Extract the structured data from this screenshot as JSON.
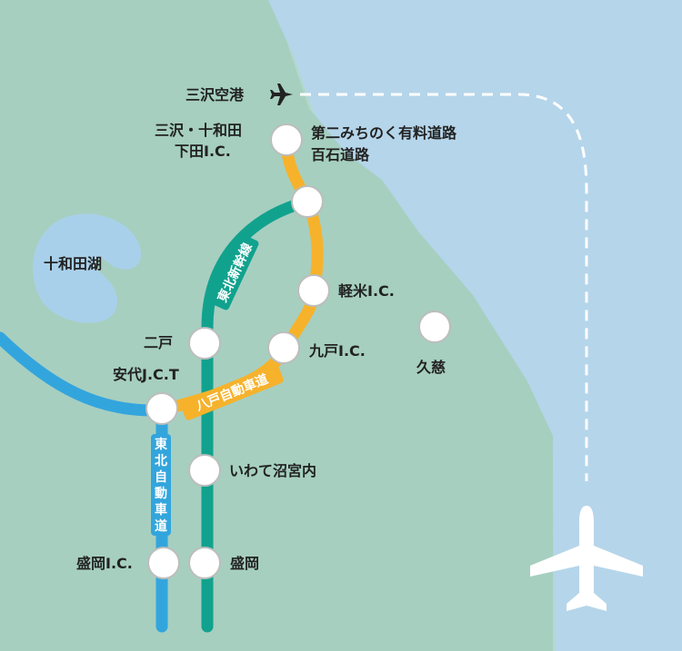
{
  "colors": {
    "land": "#b3d8c9",
    "land_dark": "#8ebfb0",
    "sea": "#b5d5ea",
    "lake": "#a9d0ea",
    "shinkansen": "#11a28e",
    "tohoku_expressway": "#33a5dd",
    "hachinohe_expressway": "#f6b22b",
    "station_fill": "#ffffff",
    "station_stroke": "#bdbdbd",
    "flight_path": "#ffffff"
  },
  "labels": {
    "misawa_airport": "三沢空港",
    "misawa_towada_1": "三沢・十和田",
    "misawa_towada_2": "下田I.C.",
    "michinoku_1": "第二みちのく有料道路",
    "michinoku_2": "百石道路",
    "towada_lake": "十和田湖",
    "karumai": "軽米I.C.",
    "ninohe": "二戸",
    "kunohe": "九戸I.C.",
    "kuji": "久慈",
    "ashiro_jct": "安代J.C.T",
    "iwate_numakunai": "いわて沼宮内",
    "morioka_ic": "盛岡I.C.",
    "morioka": "盛岡"
  },
  "lines": {
    "shinkansen": "東北新幹線",
    "tohoku_expressway": "東北自動車道",
    "hachinohe_expressway": "八戸自動車道"
  },
  "icons": {
    "small_plane": "airplane-icon",
    "large_plane": "airplane-icon"
  }
}
